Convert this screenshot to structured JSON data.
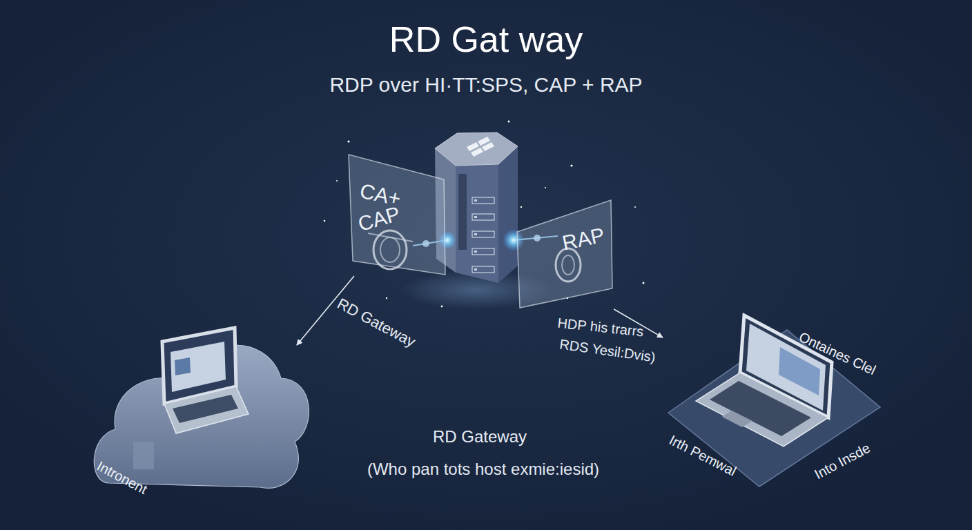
{
  "diagram": {
    "title": "RD Gat way",
    "caption": "(Who pan tots host exmie:iesid)",
    "nodes": [
      {
        "text": [
          "CA+",
          "CAP"
        ]
      },
      {
        "text": [
          "RAP"
        ]
      },
      {
        "text": [
          "Intronent"
        ]
      },
      {
        "text": [
          "Ontaines Clel",
          "Irth Pemwal",
          "Into Insde"
        ]
      }
    ],
    "edges": [
      {
        "from": 0,
        "to": 2,
        "arrow": "to",
        "label": "RD Gateway"
      },
      {
        "from": 1,
        "to": 3,
        "arrow": "to",
        "label": "HDP his trarrs"
      }
    ],
    "labels": [
      "RDP over HI·TT:SPS, CAP + RAP",
      "RDS Yesil:Dvis)",
      "RD Gateway"
    ]
  }
}
